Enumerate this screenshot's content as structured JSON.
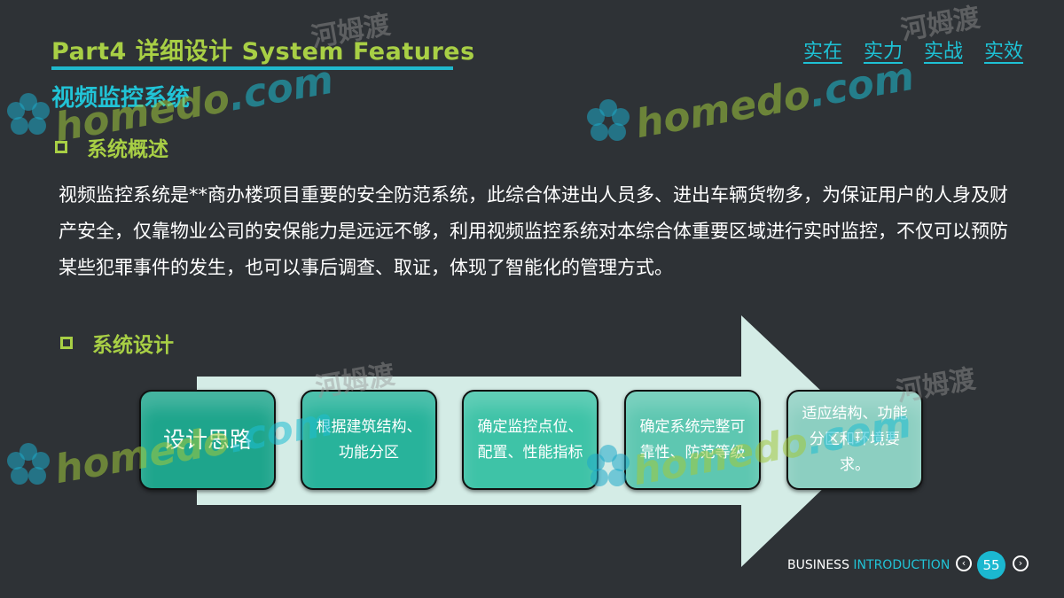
{
  "header": {
    "part_title": "Part4 详细设计 System Features",
    "sub_title": "视频监控系统",
    "tagline": [
      "实在",
      "实力",
      "实战",
      "实效"
    ]
  },
  "section1": {
    "heading": "系统概述",
    "body": "视频监控系统是**商办楼项目重要的安全防范系统，此综合体进出人员多、进出车辆货物多，为保证用户的人身及财产安全，仅靠物业公司的安保能力是远远不够，利用视频监控系统对本综合体重要区域进行实时监控，不仅可以预防某些犯罪事件的发生，也可以事后调查、取证，体现了智能化的管理方式。"
  },
  "section2": {
    "heading": "系统设计",
    "boxes": [
      "设计思路",
      "根据建筑结构、功能分区",
      "确定监控点位、配置、性能指标",
      "确定系统完整可靠性、防范等级",
      "适应结构、功能分区和环境要求。"
    ]
  },
  "footer": {
    "business": "BUSINESS",
    "introduction": "INTRODUCTION",
    "page_number": "55",
    "prev_icon": "chevron-left-icon",
    "next_icon": "chevron-right-icon"
  },
  "watermark": {
    "brand": "homedo",
    "domain": ".com",
    "cn": "河姆渡"
  },
  "colors": {
    "background": "#2e3236",
    "green": "#a8cf45",
    "cyan": "#21c3d6",
    "arrow": "#d4ece6"
  }
}
